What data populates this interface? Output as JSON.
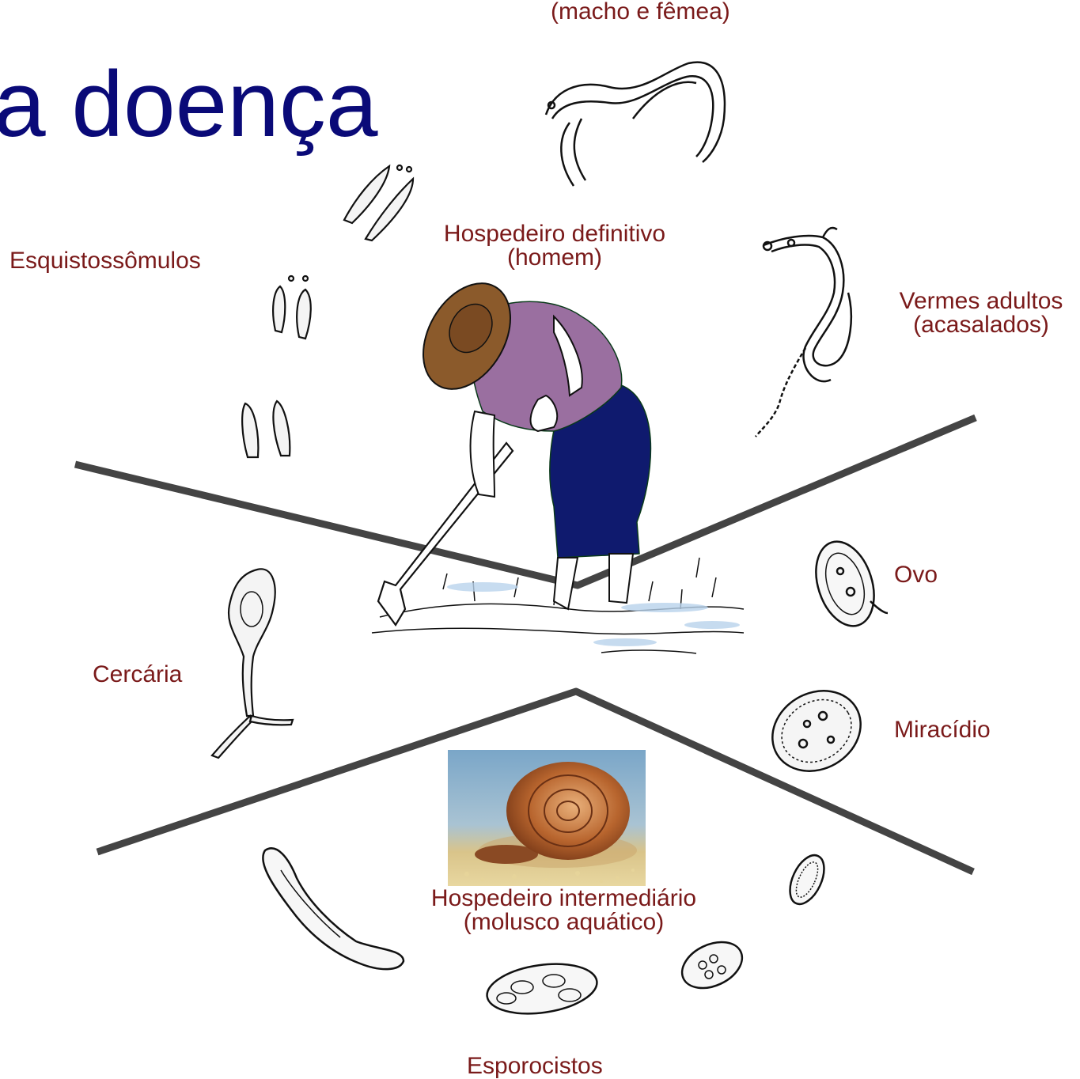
{
  "slide": {
    "title_fragment": "a doença",
    "colors": {
      "title": "#0a0a78",
      "label": "#7a1a1a",
      "divider": "#444444",
      "shirt": "#9a6fa0",
      "pants": "#0f1a6e",
      "hat": "#8b5a2b"
    }
  },
  "labels": {
    "top_pair": "(macho e fêmea)",
    "definitive_host_line1": "Hospedeiro definitivo",
    "definitive_host_line2": "(homem)",
    "schistosomula": "Esquistossômulos",
    "adult_worms_line1": "Vermes adultos",
    "adult_worms_line2": "(acasalados)",
    "egg": "Ovo",
    "cercaria": "Cercária",
    "miracidium": "Miracídio",
    "intermediate_host_line1": "Hospedeiro intermediário",
    "intermediate_host_line2": "(molusco aquático)",
    "sporocysts": "Esporocistos"
  },
  "icons": [
    "worm-pair-icon",
    "schistosomula-icon",
    "farmer-illustration",
    "adult-worms-icon",
    "egg-icon",
    "cercaria-icon",
    "miracidium-icon",
    "snail-photo",
    "sporocyst-icon"
  ]
}
